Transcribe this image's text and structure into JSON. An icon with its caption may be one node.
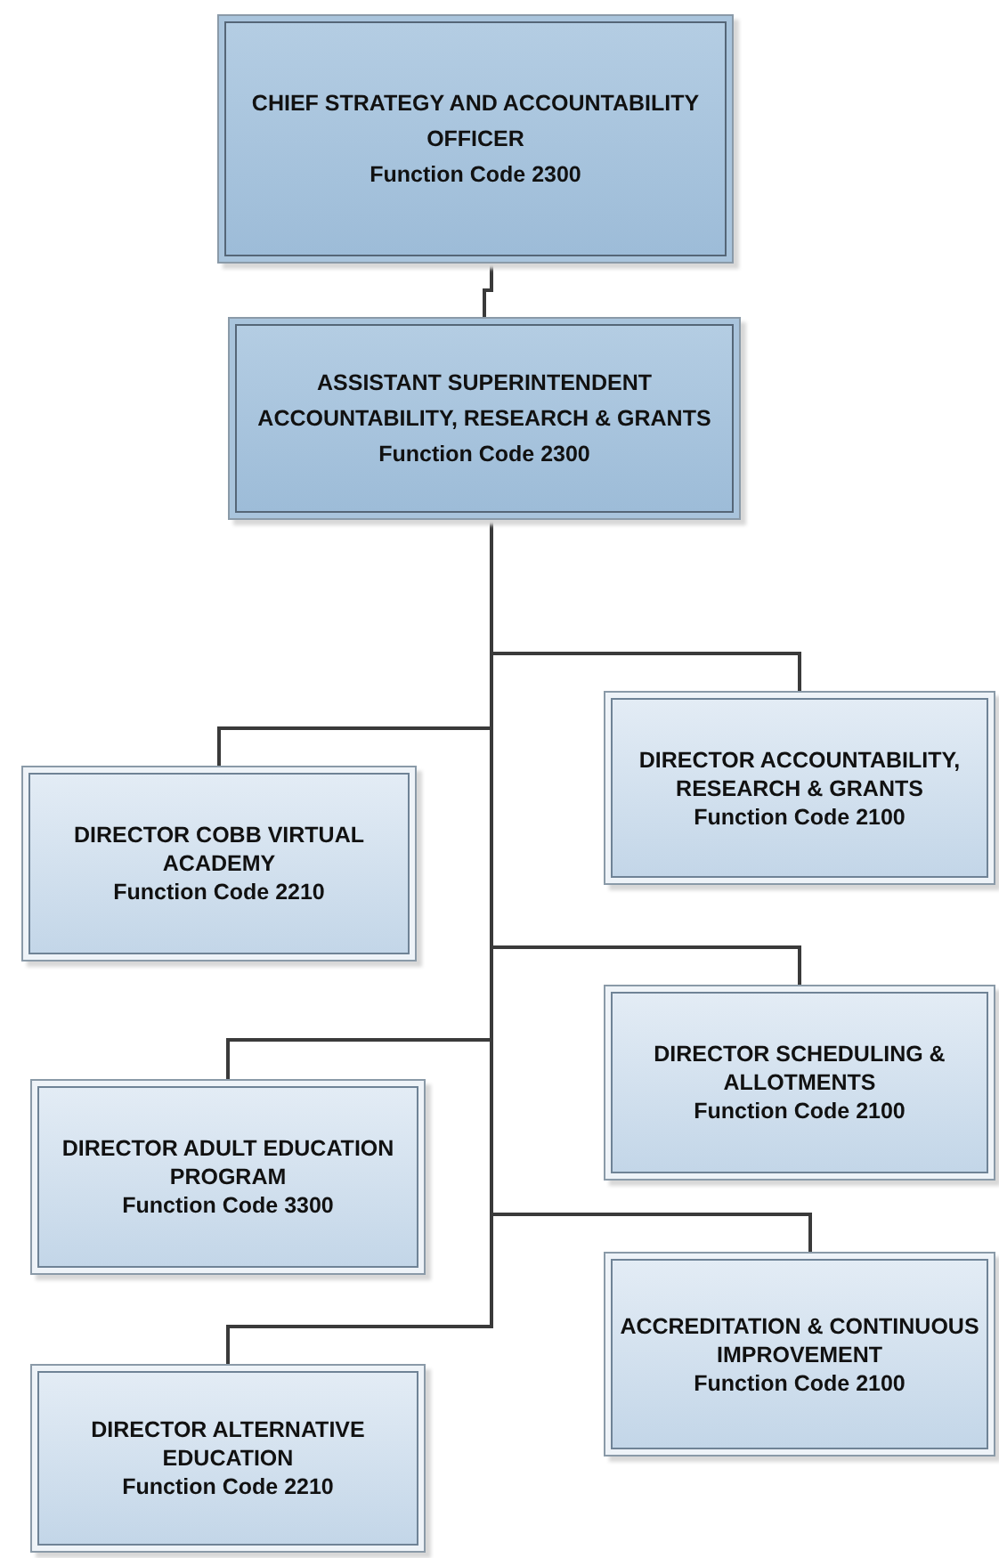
{
  "diagram": {
    "nodes": [
      {
        "text": [
          "CHIEF STRATEGY AND ACCOUNTABILITY OFFICER",
          "Function Code 2300"
        ]
      },
      {
        "text": [
          "ASSISTANT SUPERINTENDENT ACCOUNTABILITY, RESEARCH & GRANTS",
          "Function Code 2300"
        ]
      },
      {
        "text": [
          "DIRECTOR ACCOUNTABILITY, RESEARCH & GRANTS",
          "Function Code 2100"
        ]
      },
      {
        "text": [
          "DIRECTOR COBB VIRTUAL ACADEMY",
          "Function Code 2210"
        ]
      },
      {
        "text": [
          "DIRECTOR SCHEDULING & ALLOTMENTS",
          "Function Code 2100"
        ]
      },
      {
        "text": [
          "DIRECTOR ADULT EDUCATION PROGRAM",
          "Function Code 3300"
        ]
      },
      {
        "text": [
          "ACCREDITATION & CONTINUOUS IMPROVEMENT",
          "Function Code 2100"
        ]
      },
      {
        "text": [
          "DIRECTOR ALTERNATIVE EDUCATION",
          "Function Code 2210"
        ]
      }
    ],
    "edges": [
      {
        "from": 0,
        "to": 1,
        "arrow": "none"
      },
      {
        "from": 1,
        "to": 2,
        "arrow": "none"
      },
      {
        "from": 1,
        "to": 3,
        "arrow": "none"
      },
      {
        "from": 1,
        "to": 4,
        "arrow": "none"
      },
      {
        "from": 1,
        "to": 5,
        "arrow": "none"
      },
      {
        "from": 1,
        "to": 6,
        "arrow": "none"
      },
      {
        "from": 1,
        "to": 7,
        "arrow": "none"
      }
    ]
  }
}
